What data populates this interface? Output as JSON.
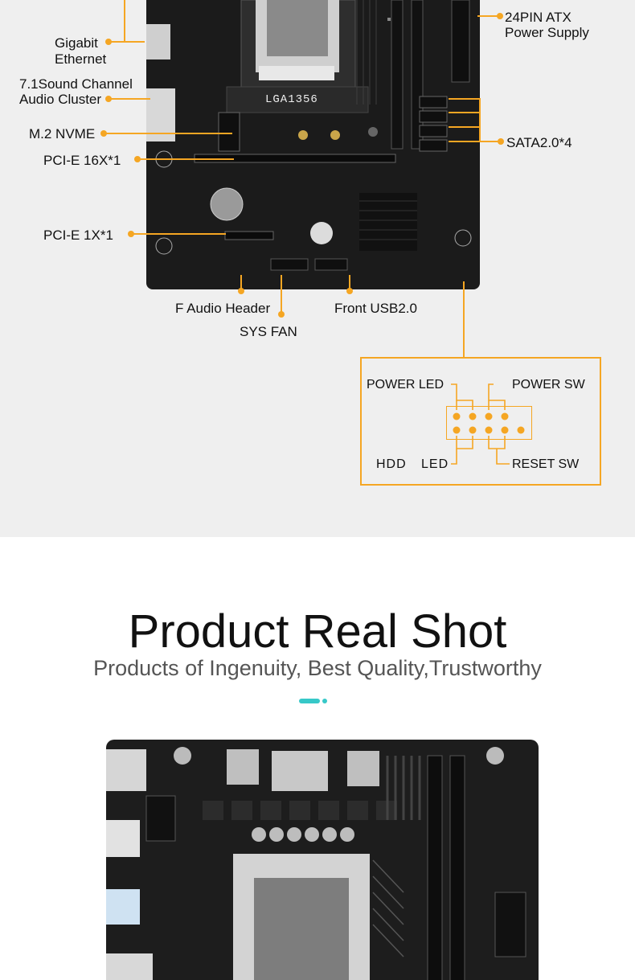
{
  "diagram": {
    "socket": "LGA1356",
    "labels": {
      "gigabit_ethernet": [
        "Gigabit",
        "Ethernet"
      ],
      "sound": [
        "7.1Sound Channel",
        "Audio Cluster"
      ],
      "m2": "M.2 NVME",
      "pcie16": "PCI-E 16X*1",
      "pcie1": "PCI-E 1X*1",
      "atx": [
        "24PIN ATX",
        "Power Supply"
      ],
      "sata": "SATA2.0*4",
      "f_audio": "F Audio Header",
      "sys_fan": "SYS FAN",
      "front_usb": "Front USB2.0"
    },
    "panel": {
      "power_led": "POWER LED",
      "power_sw": "POWER SW",
      "hdd": "HDD",
      "led": "LED",
      "reset_sw": "RESET SW"
    },
    "accent_color": "#f5a623"
  },
  "section": {
    "title": "Product Real Shot",
    "subtitle": "Products of Ingenuity, Best Quality,Trustworthy",
    "accent_color": "#37c8c8"
  }
}
